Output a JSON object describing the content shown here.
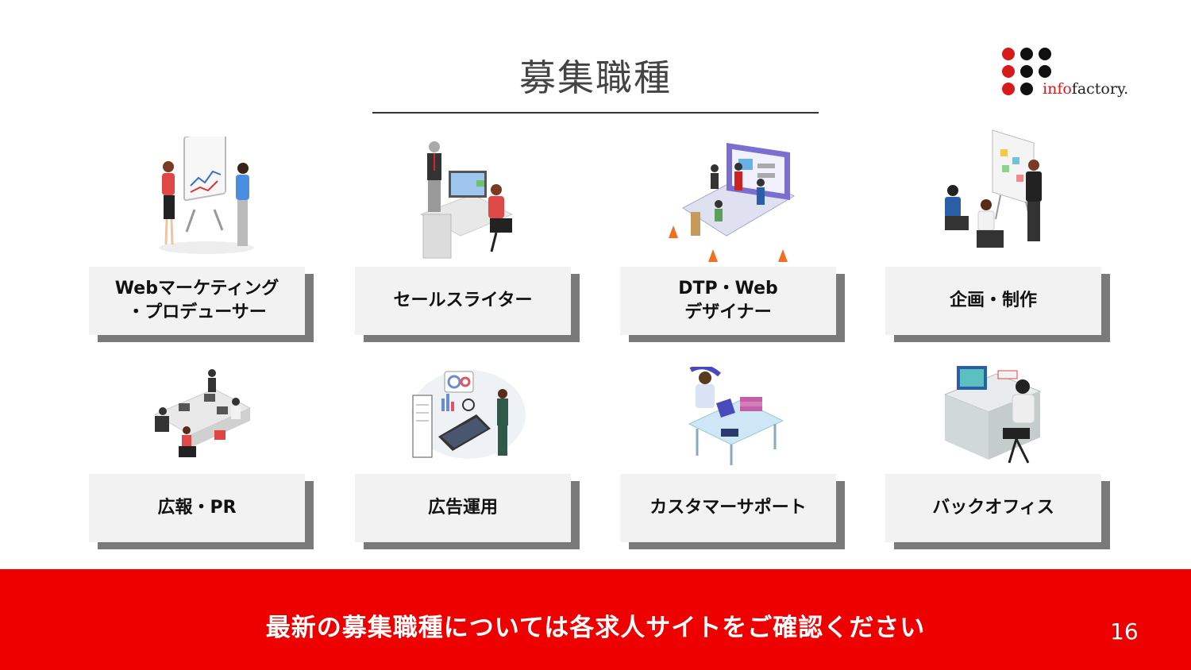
{
  "title": "募集職種",
  "logo": {
    "brand_red": "info",
    "brand_black": "factory."
  },
  "jobs": [
    {
      "label": "Webマーケティング\n・プロデューサー",
      "icon": "presentation-whiteboard-illustration"
    },
    {
      "label": "セールスライター",
      "icon": "office-desk-illustration"
    },
    {
      "label": "DTP・Web\nデザイナー",
      "icon": "laptop-design-team-illustration"
    },
    {
      "label": "企画・制作",
      "icon": "meeting-board-illustration"
    },
    {
      "label": "広報・PR",
      "icon": "open-office-illustration"
    },
    {
      "label": "広告運用",
      "icon": "analytics-dashboard-illustration"
    },
    {
      "label": "カスタマーサポート",
      "icon": "phone-support-illustration"
    },
    {
      "label": "バックオフィス",
      "icon": "desktop-worker-illustration"
    }
  ],
  "footer": {
    "message": "最新の募集職種については各求人サイトをご確認ください",
    "page_number": "16"
  },
  "colors": {
    "accent": "#ee0000",
    "logo_red": "#d71a1a",
    "card_bg": "#f2f2f2",
    "card_shadow": "#7a7a7a"
  }
}
